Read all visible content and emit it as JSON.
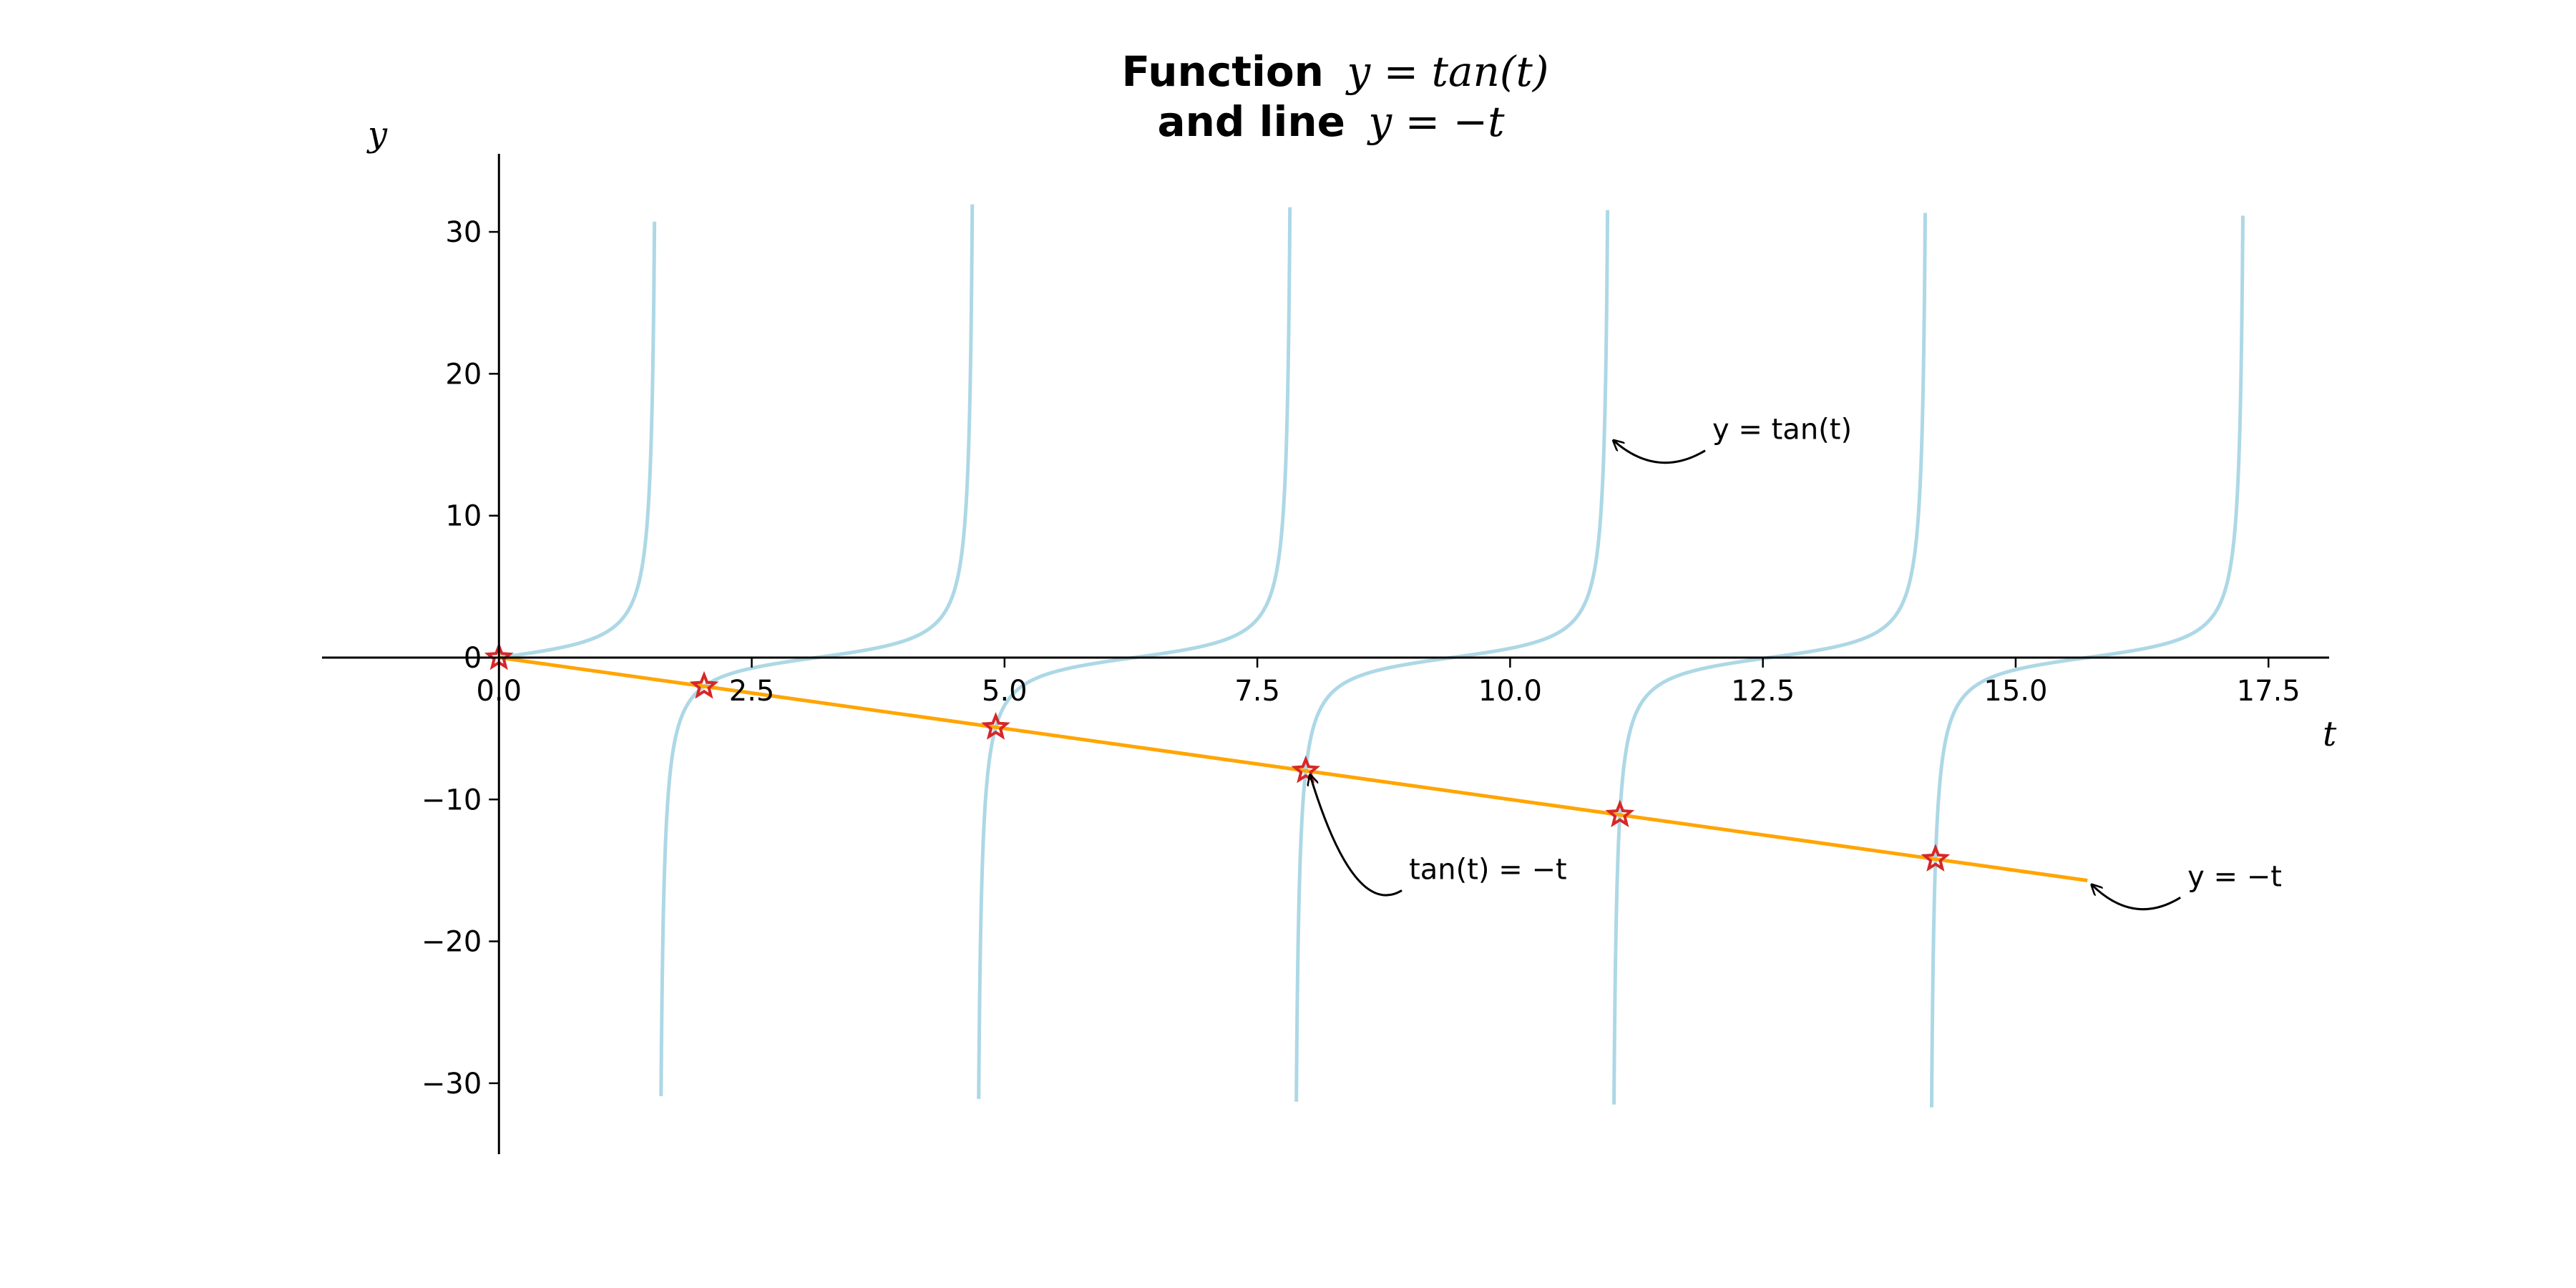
{
  "chart_data": {
    "type": "line",
    "title": {
      "line1_bold": "Function",
      "line1_math": "y = tan(t)",
      "line2_bold": "and line",
      "line2_math": "y = −t"
    },
    "xlabel": "t",
    "ylabel": "y",
    "xlim": [
      -1.75,
      18.1
    ],
    "ylim": [
      -35,
      35.5
    ],
    "x_ticks": [
      0.0,
      2.5,
      5.0,
      7.5,
      10.0,
      12.5,
      15.0,
      17.5
    ],
    "x_tick_labels": [
      "0.0",
      "2.5",
      "5.0",
      "7.5",
      "10.0",
      "12.5",
      "15.0",
      "17.5"
    ],
    "y_ticks": [
      30,
      20,
      10,
      0,
      -10,
      -20,
      -30
    ],
    "y_tick_labels": [
      "30",
      "20",
      "10",
      "0",
      "−10",
      "−20",
      "−30"
    ],
    "grid": false,
    "series": [
      {
        "name": "y = tan(t)",
        "color": "#add8e6",
        "function": "tan",
        "domain": [
          0,
          17.3
        ],
        "clip": [
          -32,
          32
        ]
      },
      {
        "name": "y = −t",
        "color": "#ffa500",
        "function": "neg",
        "domain": [
          0,
          15.71
        ]
      }
    ],
    "intersections": {
      "marker": "star",
      "color": "#d62728",
      "points": [
        {
          "x": 0.0,
          "y": 0.0
        },
        {
          "x": 2.029,
          "y": -2.029
        },
        {
          "x": 4.913,
          "y": -4.913
        },
        {
          "x": 7.979,
          "y": -7.979
        },
        {
          "x": 11.086,
          "y": -11.086
        },
        {
          "x": 14.207,
          "y": -14.207
        }
      ]
    },
    "annotations": [
      {
        "text": "y = tan(t)",
        "target": {
          "x": 10.98,
          "y": 15.6
        },
        "text_at": {
          "x": 12.0,
          "y": 16.0
        }
      },
      {
        "text": "tan(t) = −t",
        "target": {
          "x": 7.979,
          "y": -7.979
        },
        "text_at": {
          "x": 9.0,
          "y": -15.0
        }
      },
      {
        "text": "y = −t",
        "target": {
          "x": 15.71,
          "y": -15.71
        },
        "text_at": {
          "x": 16.7,
          "y": -15.5
        }
      }
    ]
  }
}
